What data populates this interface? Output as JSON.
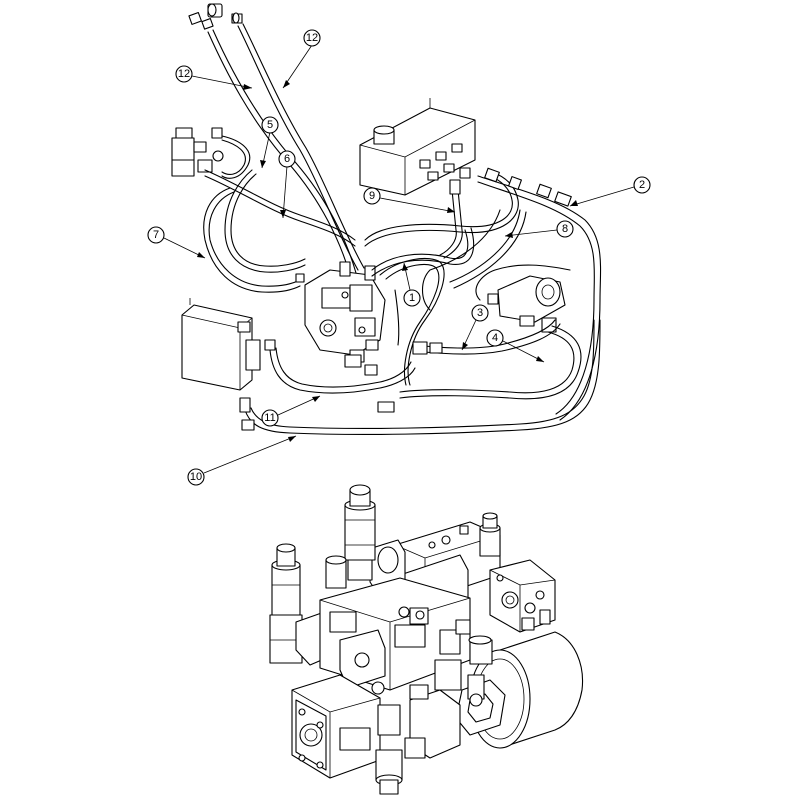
{
  "callouts": [
    {
      "id": "c12a",
      "label": "12"
    },
    {
      "id": "c12b",
      "label": "12"
    },
    {
      "id": "c5",
      "label": "5"
    },
    {
      "id": "c6",
      "label": "6"
    },
    {
      "id": "c7",
      "label": "7"
    },
    {
      "id": "c9",
      "label": "9"
    },
    {
      "id": "c8",
      "label": "8"
    },
    {
      "id": "c2",
      "label": "2"
    },
    {
      "id": "c1",
      "label": "1"
    },
    {
      "id": "c3",
      "label": "3"
    },
    {
      "id": "c4",
      "label": "4"
    },
    {
      "id": "c11",
      "label": "11"
    },
    {
      "id": "c10",
      "label": "10"
    }
  ]
}
